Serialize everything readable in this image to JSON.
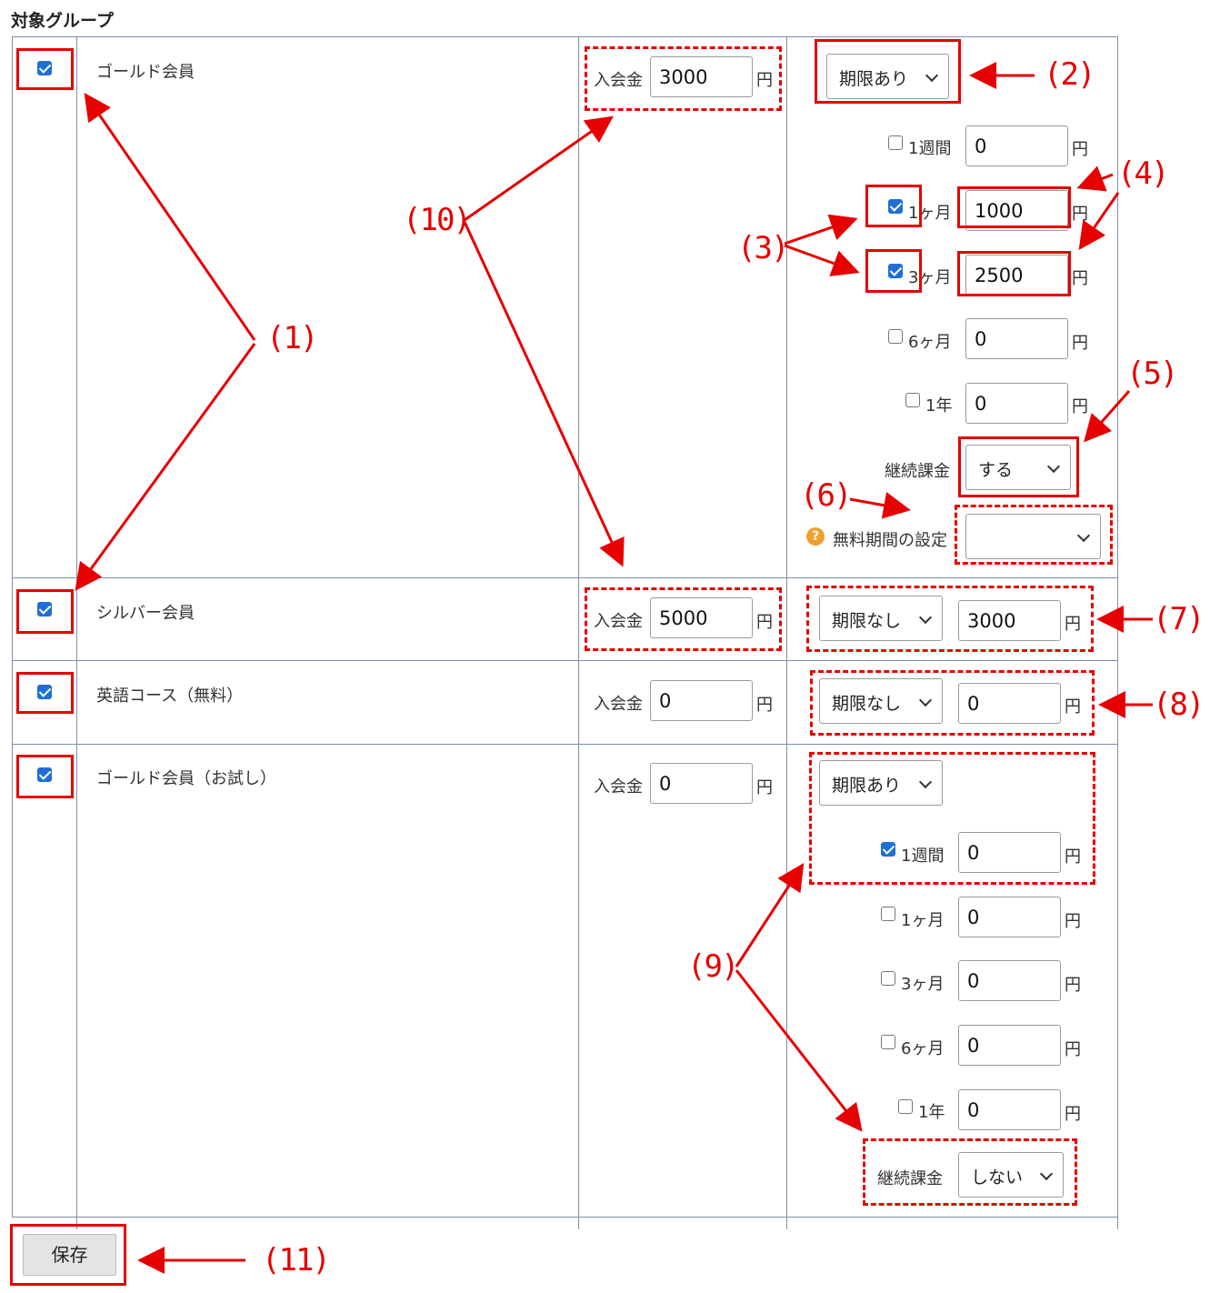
{
  "section_title": "対象グループ",
  "currency": "円",
  "entry_fee_label": "入会金",
  "groups": [
    {
      "name": "ゴールド会員",
      "checked": true,
      "entry_fee": "3000",
      "period_select": "期限あり"
    },
    {
      "name": "シルバー会員",
      "checked": true,
      "entry_fee": "5000",
      "period_select": "期限なし",
      "price": "3000"
    },
    {
      "name": "英語コース（無料）",
      "checked": true,
      "entry_fee": "0",
      "period_select": "期限なし",
      "price": "0"
    },
    {
      "name": "ゴールド会員（お試し）",
      "checked": true,
      "entry_fee": "0",
      "period_select": "期限あり"
    }
  ],
  "gold_periods": [
    {
      "label": "1週間",
      "checked": false,
      "value": "0"
    },
    {
      "label": "1ヶ月",
      "checked": true,
      "value": "1000"
    },
    {
      "label": "3ヶ月",
      "checked": true,
      "value": "2500"
    },
    {
      "label": "6ヶ月",
      "checked": false,
      "value": "0"
    },
    {
      "label": "1年",
      "checked": false,
      "value": "0"
    }
  ],
  "trial_periods": [
    {
      "label": "1週間",
      "checked": true,
      "value": "0"
    },
    {
      "label": "1ヶ月",
      "checked": false,
      "value": "0"
    },
    {
      "label": "3ヶ月",
      "checked": false,
      "value": "0"
    },
    {
      "label": "6ヶ月",
      "checked": false,
      "value": "0"
    },
    {
      "label": "1年",
      "checked": false,
      "value": "0"
    }
  ],
  "recurring_label": "継続課金",
  "gold_recurring": "する",
  "trial_recurring": "しない",
  "free_period_label": "無料期間の設定",
  "free_period_value": "",
  "help_icon": "?",
  "save_label": "保存",
  "annotations": [
    "(1)",
    "(2)",
    "(3)",
    "(4)",
    "(5)",
    "(6)",
    "(7)",
    "(8)",
    "(9)",
    "(10)",
    "(11)"
  ],
  "accent_color": "#e60000"
}
